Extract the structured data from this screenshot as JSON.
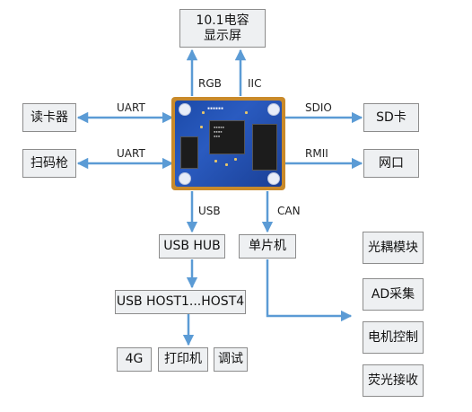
{
  "boxes": {
    "display_line1": "10.1电容",
    "display_line2": "显示屏",
    "card_reader": "读卡器",
    "scanner": "扫码枪",
    "sd_card": "SD卡",
    "network": "网口",
    "usb_hub": "USB HUB",
    "mcu": "单片机",
    "usb_host": "USB HOST1...HOST4",
    "4g": "4G",
    "printer": "打印机",
    "debug": "调试",
    "optocoupler": "光耦模块",
    "ad_sampling": "AD采集",
    "motor_control": "电机控制",
    "fluorescence": "荧光接收"
  },
  "labels": {
    "rgb": "RGB",
    "iic": "IIC",
    "uart_top": "UART",
    "uart_bottom": "UART",
    "sdio": "SDIO",
    "rmii": "RMII",
    "usb": "USB",
    "can": "CAN"
  },
  "colors": {
    "arrow": "#5b9bd5",
    "box_fill": "#eef0f2",
    "box_border": "#8c8c8c",
    "board_gold": "#c98a2a",
    "board_blue": "#2a5bc0"
  }
}
